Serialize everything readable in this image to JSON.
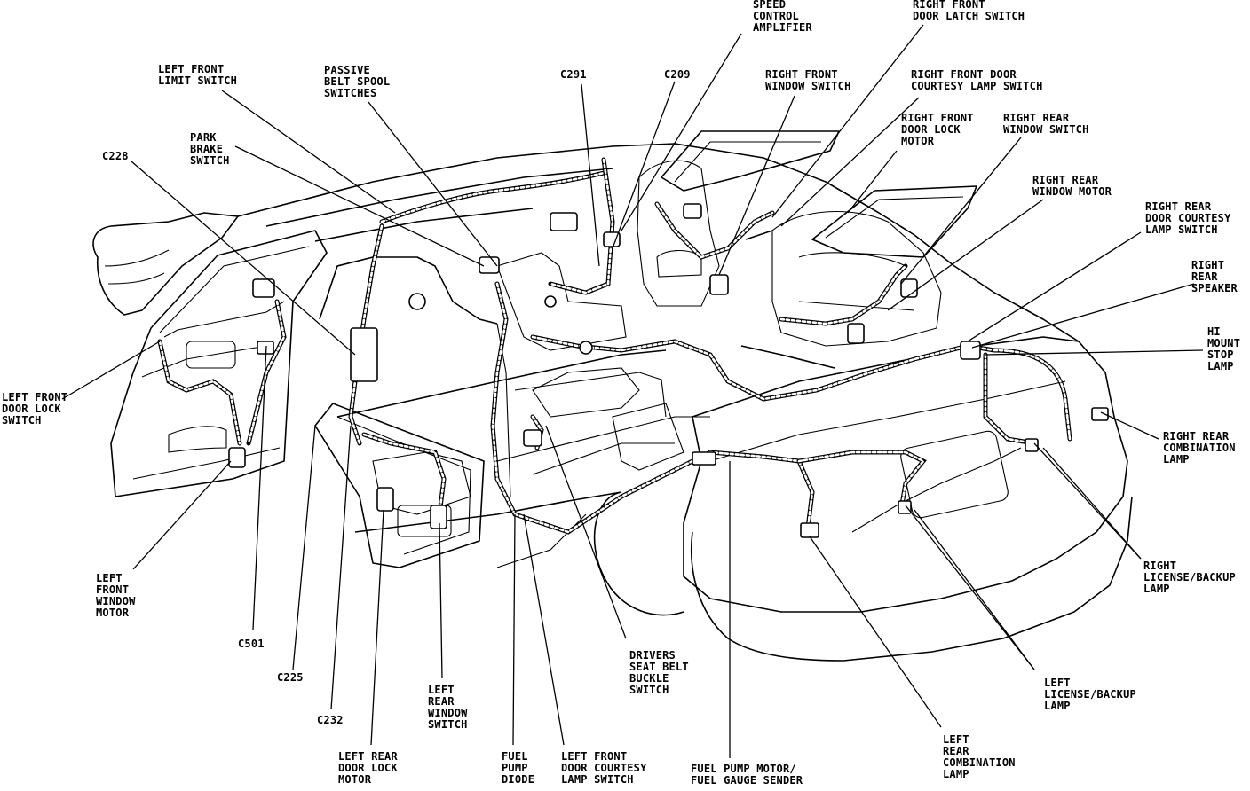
{
  "labels": {
    "speed_control_amplifier": "SPEED\nCONTROL\nAMPLIFIER",
    "right_front_door_latch_switch": "RIGHT FRONT\nDOOR LATCH SWITCH",
    "left_front_limit_switch": "LEFT FRONT\nLIMIT SWITCH",
    "passive_belt_spool_switches": "PASSIVE\nBELT SPOOL\nSWITCHES",
    "c291": "C291",
    "c209": "C209",
    "right_front_window_switch": "RIGHT FRONT\nWINDOW SWITCH",
    "right_front_door_courtesy_lamp_switch": "RIGHT FRONT DOOR\nCOURTESY LAMP SWITCH",
    "park_brake_switch": "PARK\nBRAKE\nSWITCH",
    "c228": "C228",
    "right_front_door_lock_motor": "RIGHT FRONT\nDOOR LOCK\nMOTOR",
    "right_rear_window_switch": "RIGHT REAR\nWINDOW SWITCH",
    "right_rear_window_motor": "RIGHT REAR\nWINDOW MOTOR",
    "right_rear_door_courtesy_lamp_switch": "RIGHT REAR\nDOOR COURTESY\nLAMP SWITCH",
    "right_rear_speaker": "RIGHT\nREAR\nSPEAKER",
    "hi_mount_stop_lamp": "HI\nMOUNT\nSTOP\nLAMP",
    "left_front_door_lock_switch": "LEFT FRONT\nDOOR LOCK\nSWITCH",
    "right_rear_combination_lamp": "RIGHT REAR\nCOMBINATION\nLAMP",
    "right_license_backup_lamp": "RIGHT\nLICENSE/BACKUP\nLAMP",
    "left_front_window_motor": "LEFT\nFRONT\nWINDOW\nMOTOR",
    "c501": "C501",
    "c225": "C225",
    "left_rear_window_switch": "LEFT\nREAR\nWINDOW\nSWITCH",
    "drivers_seat_belt_buckle_switch": "DRIVERS\nSEAT BELT\nBUCKLE\nSWITCH",
    "left_license_backup_lamp": "LEFT\nLICENSE/BACKUP\nLAMP",
    "c232": "C232",
    "left_rear_combination_lamp": "LEFT\nREAR\nCOMBINATION\nLAMP",
    "left_rear_door_lock_motor": "LEFT REAR\nDOOR LOCK\nMOTOR",
    "fuel_pump_diode": "FUEL\nPUMP\nDIODE",
    "left_front_door_lamp_switch": "LEFT FRONT\nDOOR COURTESY\nLAMP SWITCH",
    "fuel_pump_motor_fuel_gauge_sender": "FUEL PUMP MOTOR/\nFUEL GAUGE SENDER"
  }
}
